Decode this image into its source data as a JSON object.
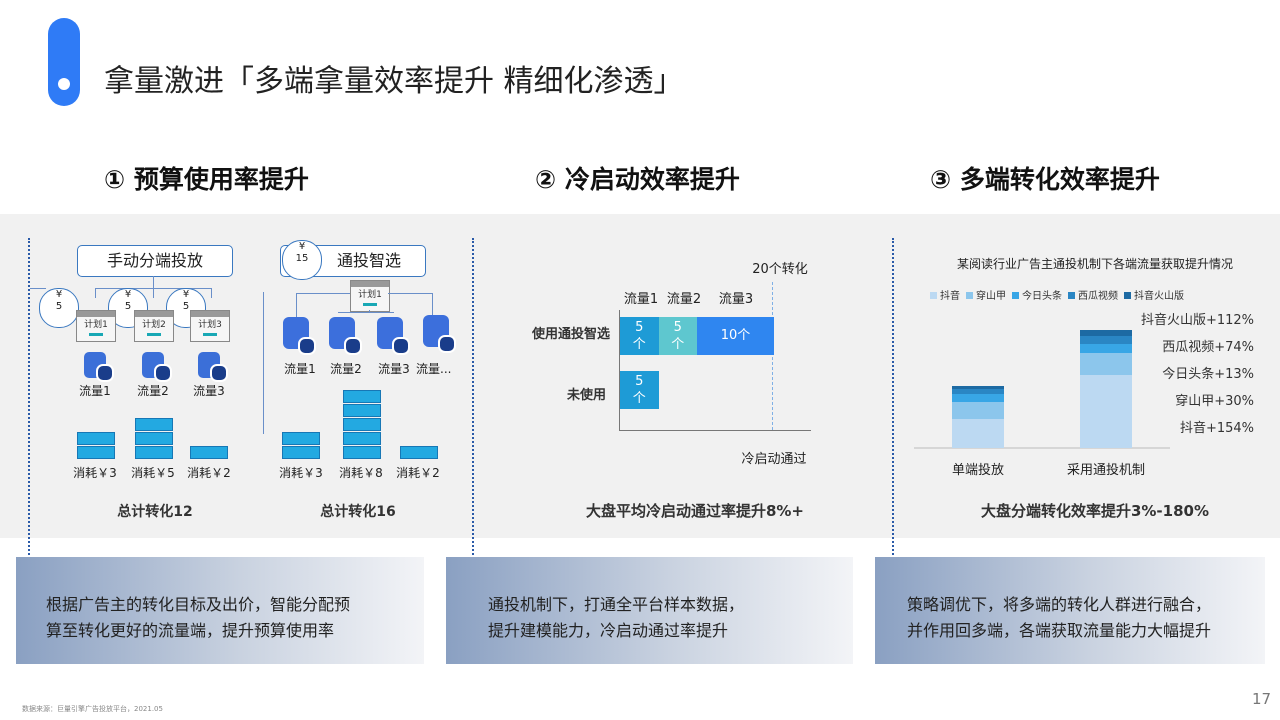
{
  "page": {
    "title": "拿量激进「多端拿量效率提升 精细化渗透」",
    "page_number": "17",
    "source": "数据来源：巨量引擎广告投放平台，2021.05"
  },
  "sections": [
    {
      "heading": "① 预算使用率提升"
    },
    {
      "heading": "② 冷启动效率提升"
    },
    {
      "heading": "③ 多端转化效率提升"
    }
  ],
  "budget": {
    "manual_label": "手动分端投放",
    "auto_label": "通投智选",
    "currency": "¥",
    "manual_bids": [
      "5",
      "5",
      "5"
    ],
    "auto_bid": "15",
    "plans": [
      "计划1",
      "计划2",
      "计划3"
    ],
    "auto_plan": "计划1",
    "manual_flows": [
      "流量1",
      "流量2",
      "流量3"
    ],
    "auto_flows": [
      "流量1",
      "流量2",
      "流量3",
      "流量..."
    ],
    "manual_costs": [
      "消耗￥3",
      "消耗￥5",
      "消耗￥2"
    ],
    "manual_cost_values": [
      3,
      5,
      2
    ],
    "auto_costs": [
      "消耗￥3",
      "消耗￥8",
      "消耗￥2"
    ],
    "auto_cost_values": [
      3,
      8,
      2
    ],
    "manual_total": "总计转化12",
    "auto_total": "总计转化16",
    "card_lines": [
      "根据广告主的转化目标及出价，智能分配预",
      "算至转化更好的流量端，提升预算使用率"
    ]
  },
  "coldstart": {
    "target_label": "20个转化",
    "flow_labels": [
      "流量1",
      "流量2",
      "流量3"
    ],
    "rows": [
      {
        "label": "使用通投智选",
        "segments": [
          {
            "top": "5",
            "bottom": "个",
            "value": 5
          },
          {
            "top": "5",
            "bottom": "个",
            "value": 5
          },
          {
            "top": "10个",
            "bottom": "",
            "value": 10
          }
        ]
      },
      {
        "label": "未使用",
        "segments": [
          {
            "top": "5",
            "bottom": "个",
            "value": 5
          }
        ]
      }
    ],
    "axis_label": "冷启动通过",
    "summary": "大盘平均冷启动通过率提升8%+",
    "card_lines": [
      "通投机制下，打通全平台样本数据，",
      "提升建模能力，冷启动通过率提升"
    ]
  },
  "chart_data": {
    "type": "bar",
    "title": "某阅读行业广告主通投机制下各端流量获取提升情况",
    "categories": [
      "单端投放",
      "采用通投机制"
    ],
    "series": [
      {
        "name": "抖音",
        "color": "#bcd9f2",
        "values": [
          29,
          73
        ]
      },
      {
        "name": "穿山甲",
        "color": "#8cc6ec",
        "values": [
          17,
          22
        ]
      },
      {
        "name": "今日头条",
        "color": "#38a6e6",
        "values": [
          8,
          9
        ]
      },
      {
        "name": "西瓜视频",
        "color": "#2a86c4",
        "values": [
          5,
          8
        ]
      },
      {
        "name": "抖音火山版",
        "color": "#1d6aa3",
        "values": [
          3,
          6
        ]
      }
    ],
    "annotations": [
      "抖音火山版+112%",
      "西瓜视频+74%",
      "今日头条+13%",
      "穿山甲+30%",
      "抖音+154%"
    ],
    "legend_position": "top-left",
    "summary": "大盘分端转化效率提升3%-180%",
    "card_lines": [
      "策略调优下，将多端的转化人群进行融合，",
      "并作用回多端，各端获取流量能力大幅提升"
    ]
  }
}
